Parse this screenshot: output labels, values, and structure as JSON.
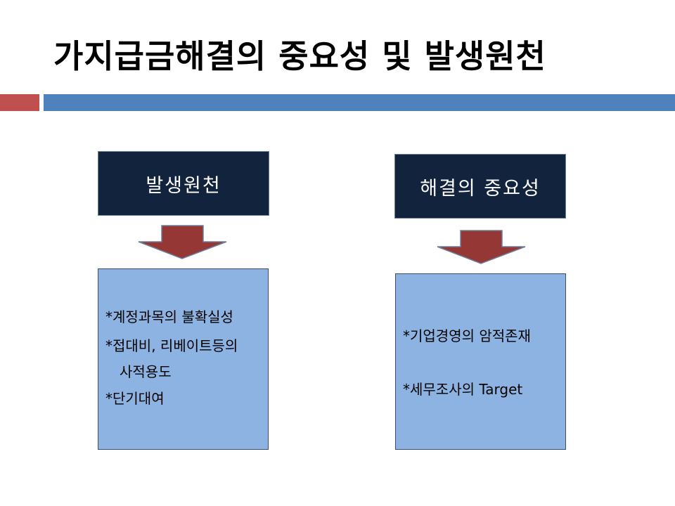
{
  "slide": {
    "title": "가지급금해결의 중요성 및 발생원천",
    "accent_colors": {
      "red": "#c0504d",
      "blue": "#4f81bd"
    }
  },
  "left": {
    "header": "발생원천",
    "items": [
      "*계정과목의 불확실성",
      "*접대비, 리베이트등의",
      "사적용도",
      "*단기대여"
    ]
  },
  "right": {
    "header": "해결의 중요성",
    "items": [
      "*기업경영의 암적존재",
      "*세무조사의 Target"
    ]
  },
  "colors": {
    "header_bg": "#12233d",
    "content_bg": "#8db3e2",
    "arrow_fill": "#953735"
  }
}
